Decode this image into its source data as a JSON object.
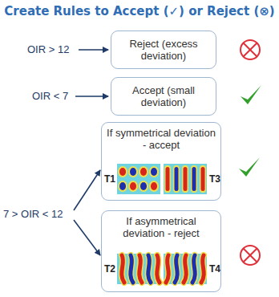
{
  "diagram": {
    "title": "Create Rules to Accept (✓) or Reject (⊗)",
    "nodes": [
      {
        "text": [
          "Reject (excess deviation)"
        ]
      },
      {
        "text": [
          "Accept (small deviation)"
        ]
      },
      {
        "text": [
          "If symmetrical deviation - accept"
        ]
      },
      {
        "text": [
          "If asymmetrical deviation - reject"
        ]
      }
    ],
    "labels": [
      "OIR > 12",
      "OIR < 7",
      "7 > OIR < 12",
      "T1",
      "T3",
      "T2",
      "T4"
    ]
  }
}
